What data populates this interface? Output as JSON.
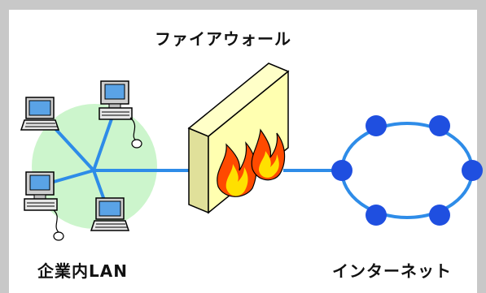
{
  "labels": {
    "firewall": "ファイアウォール",
    "corporate_lan": "企業内LAN",
    "internet": "インターネット"
  },
  "colors": {
    "frame": "#c8c8c8",
    "lan_zone": "#ccf5cc",
    "link": "#2e8ce8",
    "node": "#1f4fe0",
    "firewall_face": "#ffffb0",
    "firewall_side": "#e0e09a",
    "flame_outer": "#ff4a00",
    "flame_inner": "#ffe000"
  },
  "icons": [
    "desktop-pc-icon",
    "laptop-icon",
    "flame-icon",
    "network-node-icon"
  ]
}
